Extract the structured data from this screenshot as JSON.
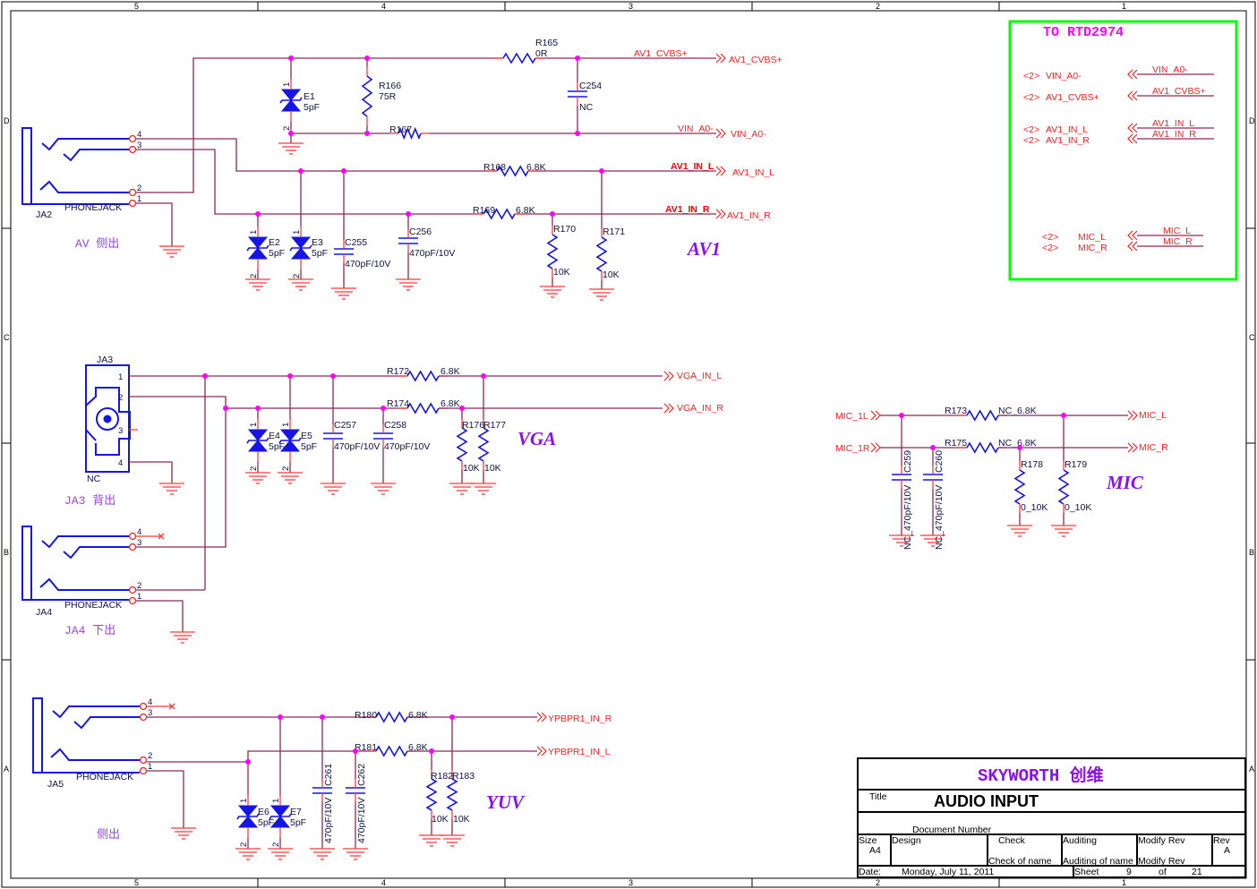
{
  "frame": {
    "col_labels": [
      "5",
      "4",
      "3",
      "2",
      "1"
    ],
    "row_labels": [
      "D",
      "C",
      "B",
      "A"
    ]
  },
  "pins": {
    "p1": "1",
    "p2": "2",
    "p3": "3",
    "p4": "4"
  },
  "rtd_box": {
    "title": "TO RTD2974",
    "sheet_refs": [
      {
        "ref": "<2>",
        "name": "VIN_A0-"
      },
      {
        "ref": "<2>",
        "name": "AV1_CVBS+"
      },
      {
        "ref": "<2>",
        "name": "AV1_IN_L"
      },
      {
        "ref": "<2>",
        "name": "AV1_IN_R"
      },
      {
        "ref": "<2>",
        "name": "MIC_L"
      },
      {
        "ref": "<2>",
        "name": "MIC_R"
      }
    ],
    "nets": [
      "VIN_A0-",
      "AV1_CVBS+",
      "AV1_IN_L",
      "AV1_IN_R",
      "MIC_L",
      "MIC_R"
    ],
    "border_color": "#00ff00"
  },
  "av1": {
    "section_title": "AV1",
    "caption": "AV  侧出",
    "connector": {
      "ref": "JA2",
      "type": "PHONEJACK"
    },
    "R165": {
      "ref": "R165",
      "value": "0R"
    },
    "R166": {
      "ref": "R166",
      "value": "75R"
    },
    "R167": {
      "ref": "R167"
    },
    "R168": {
      "ref": "R168",
      "value": "6.8K"
    },
    "R169": {
      "ref": "R169",
      "value": "6.8K"
    },
    "R170": {
      "ref": "R170",
      "value": "10K"
    },
    "R171": {
      "ref": "R171",
      "value": "10K"
    },
    "E1": {
      "ref": "E1",
      "value": "5pF"
    },
    "E2": {
      "ref": "E2",
      "value": "5pF"
    },
    "E3": {
      "ref": "E3",
      "value": "5pF"
    },
    "C254": {
      "ref": "C254",
      "value": "NC"
    },
    "C255": {
      "ref": "C255",
      "value": "470pF/10V"
    },
    "C256": {
      "ref": "C256",
      "value": "470pF/10V"
    },
    "net_labels": {
      "cvbs": "AV1_CVBS+",
      "vin": "VIN_A0-",
      "inl": "AV1_IN_L",
      "inr": "AV1_IN_R"
    },
    "ports": {
      "cvbs": "AV1_CVBS+",
      "vin": "VIN_A0-",
      "inl": "AV1_IN_L",
      "inr": "AV1_IN_R"
    }
  },
  "vga": {
    "section_title": "VGA",
    "caption_ja3": "JA3  背出",
    "caption_ja4": "JA4  下出",
    "ja3": {
      "ref": "JA3",
      "value": "NC"
    },
    "ja4": {
      "ref": "JA4",
      "type": "PHONEJACK"
    },
    "R172": {
      "ref": "R172",
      "value": "6.8K"
    },
    "R174": {
      "ref": "R174",
      "value": "6.8K"
    },
    "R176": {
      "ref": "R176",
      "value": "10K"
    },
    "R177": {
      "ref": "R177",
      "value": "10K"
    },
    "E4": {
      "ref": "E4",
      "value": "5pF"
    },
    "E5": {
      "ref": "E5",
      "value": "5pF"
    },
    "C257": {
      "ref": "C257",
      "value": "470pF/10V"
    },
    "C258": {
      "ref": "C258",
      "value": "470pF/10V"
    },
    "ports": {
      "inl": "VGA_IN_L",
      "inr": "VGA_IN_R"
    }
  },
  "yuv": {
    "section_title": "YUV",
    "caption": "侧出",
    "connector": {
      "ref": "JA5",
      "type": "PHONEJACK"
    },
    "R180": {
      "ref": "R180",
      "value": "6.8K"
    },
    "R181": {
      "ref": "R181",
      "value": "6.8K"
    },
    "R182": {
      "ref": "R182",
      "value": "10K"
    },
    "R183": {
      "ref": "R183",
      "value": "10K"
    },
    "E6": {
      "ref": "E6",
      "value": "5pF"
    },
    "E7": {
      "ref": "E7",
      "value": "5pF"
    },
    "C261": {
      "ref": "C261",
      "value": "470pF/10V"
    },
    "C262": {
      "ref": "C262",
      "value": "470pF/10V"
    },
    "ports": {
      "inr": "YPBPR1_IN_R",
      "inl": "YPBPR1_IN_L"
    }
  },
  "mic": {
    "section_title": "MIC",
    "inputs": {
      "l": "MIC_1L",
      "r": "MIC_1R"
    },
    "R173": {
      "ref": "R173",
      "value": "NC_6.8K"
    },
    "R175": {
      "ref": "R175",
      "value": "NC_6.8K"
    },
    "R178": {
      "ref": "R178",
      "value": "0_10K"
    },
    "R179": {
      "ref": "R179",
      "value": "0_10K"
    },
    "C259": {
      "ref": "C259",
      "value": "NC_470pF/10V"
    },
    "C260": {
      "ref": "C260",
      "value": "NC_470pF/10V"
    },
    "ports": {
      "l": "MIC_L",
      "r": "MIC_R"
    }
  },
  "title_block": {
    "brand": "SKYWORTH 创维",
    "title_label": "Title",
    "title": "AUDIO INPUT",
    "doc_number_label": "Document Number",
    "size_label": "Size",
    "size": "A4",
    "design_label": "Design",
    "check_label": "Check",
    "check_name": "Check  of  name",
    "auditing_label": "Auditing",
    "auditing_name": "Auditing of name",
    "modify_label": "Modify Rev",
    "modify_name": "Modify Rev",
    "rev_label": "Rev",
    "rev": "A",
    "date_label": "Date:",
    "date": "Monday, July 11, 2011",
    "sheet_label": "Sheet",
    "sheet": "9",
    "of_label": "of",
    "total": "21"
  }
}
